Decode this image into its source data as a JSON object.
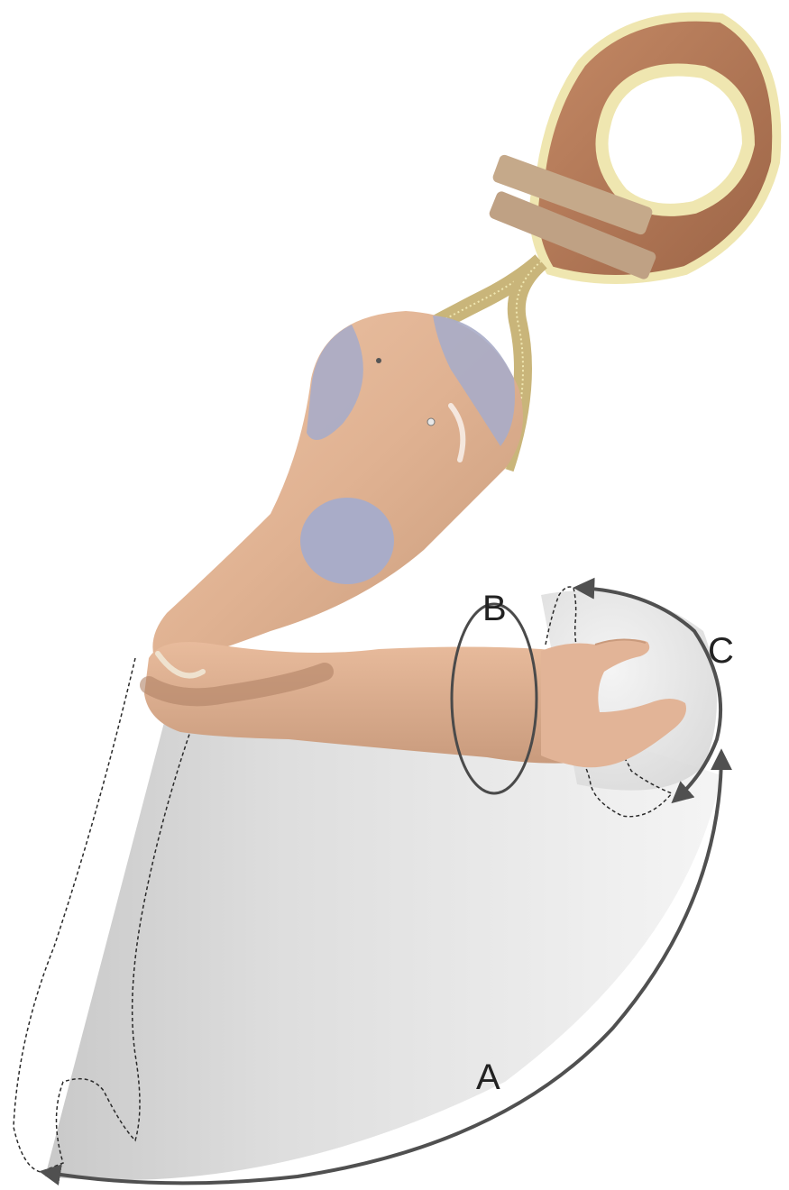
{
  "labels": {
    "a": "A",
    "b": "B",
    "c": "C"
  },
  "colors": {
    "arrow": "#505050",
    "ellipse": "#4a4a4a",
    "dashed_outline": "#2a2a2a",
    "shade": "#bdbdbd",
    "skin": "#e2b497",
    "skin_dark": "#c99a7c",
    "pad": "#a9acc8",
    "strap": "#c9b57a",
    "harness_edge": "#efe6b0",
    "harness_inner": "#b97a58"
  },
  "icons": {
    "sweep_a_arrow": "curved-double-arrow",
    "sweep_c_arrow": "curved-double-arrow"
  }
}
